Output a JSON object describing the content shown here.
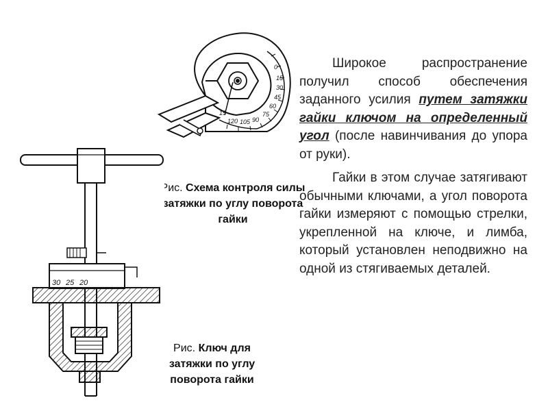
{
  "paragraph1": {
    "before": "Широкое распространение получил способ обеспечения заданного усилия ",
    "emphasis": "путем затяжки гайки ключом на определенный угол",
    "after": " (после навинчивания до упора от руки)."
  },
  "paragraph2": "Гайки в этом случае затягивают обычными ключами, а угол поворота гайки измеряют с помощью стрелки, укрепленной на ключе, и лимба, который установлен неподвижно на одной из стягиваемых деталей.",
  "figure1": {
    "label": "Рис.",
    "title": "Схема контроля силы затяжки по углу поворота гайки",
    "dial_ticks": [
      "0",
      "15",
      "30",
      "45",
      "60",
      "75",
      "90",
      "105",
      "120",
      "15"
    ]
  },
  "figure2": {
    "label": "Рис.",
    "title": "Ключ для затяжки по углу поворота гайки",
    "dial_ticks": [
      "30",
      "25",
      "20"
    ]
  }
}
